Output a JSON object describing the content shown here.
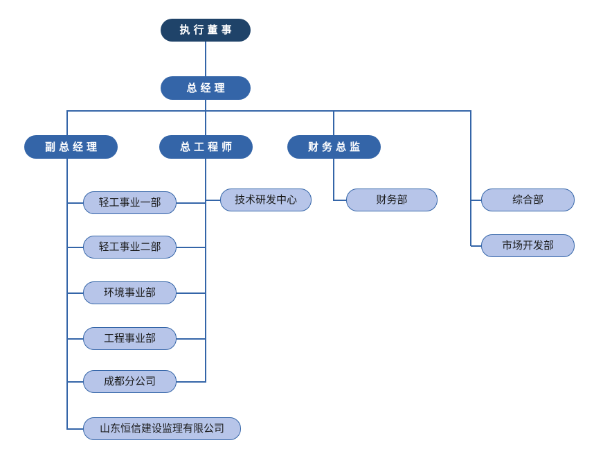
{
  "diagram": {
    "type": "organization-chart"
  },
  "colors": {
    "level1_fill": "#1f4369",
    "level2_fill": "#3465a8",
    "leaf_fill": "#b7c5e9",
    "leaf_border": "#3465a8",
    "line": "#3465a8",
    "level_text": "#ffffff",
    "leaf_text": "#1a1a1a"
  },
  "nodes": {
    "executive_director": {
      "label": "执行董事"
    },
    "general_manager": {
      "label": "总经理"
    },
    "deputy_general_manager": {
      "label": "副总经理"
    },
    "chief_engineer": {
      "label": "总工程师"
    },
    "finance_director": {
      "label": "财务总监"
    },
    "light_industry_division_1": {
      "label": "轻工事业一部"
    },
    "light_industry_division_2": {
      "label": "轻工事业二部"
    },
    "environment_division": {
      "label": "环境事业部"
    },
    "engineering_division": {
      "label": "工程事业部"
    },
    "chengdu_branch": {
      "label": "成都分公司"
    },
    "shandong_hengxin_supervision": {
      "label": "山东恒信建设监理有限公司"
    },
    "tech_rd_center": {
      "label": "技术研发中心"
    },
    "finance_department": {
      "label": "财务部"
    },
    "general_department": {
      "label": "综合部"
    },
    "market_development_department": {
      "label": "市场开发部"
    }
  }
}
